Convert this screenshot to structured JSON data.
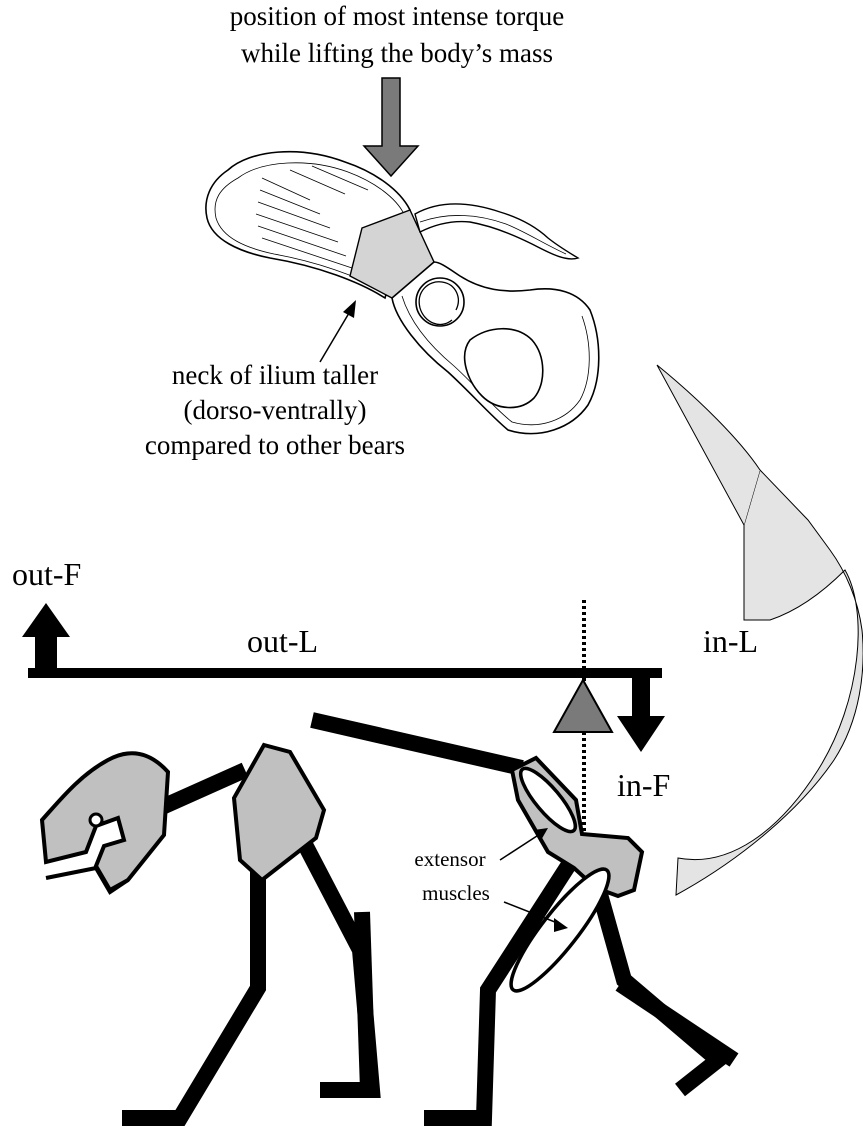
{
  "top_label": {
    "line1": "position of most intense torque",
    "line2": "while lifting the body’s mass"
  },
  "ilium_label": {
    "line1": "neck of ilium taller",
    "line2": "(dorso-ventrally)",
    "line3": "compared to other bears"
  },
  "lever": {
    "out_force": "out-F",
    "out_length": "out-L",
    "in_length": "in-L",
    "in_force": "in-F"
  },
  "muscle_label": {
    "line1": "extensor",
    "line2": "muscles"
  },
  "colors": {
    "bone_fill": "#c0c0c0",
    "arrow_dark": "#7a7a7a",
    "curved_arrow_fill": "#e4e4e4",
    "neck_band": "#d4d4d4",
    "ink": "#000000"
  }
}
